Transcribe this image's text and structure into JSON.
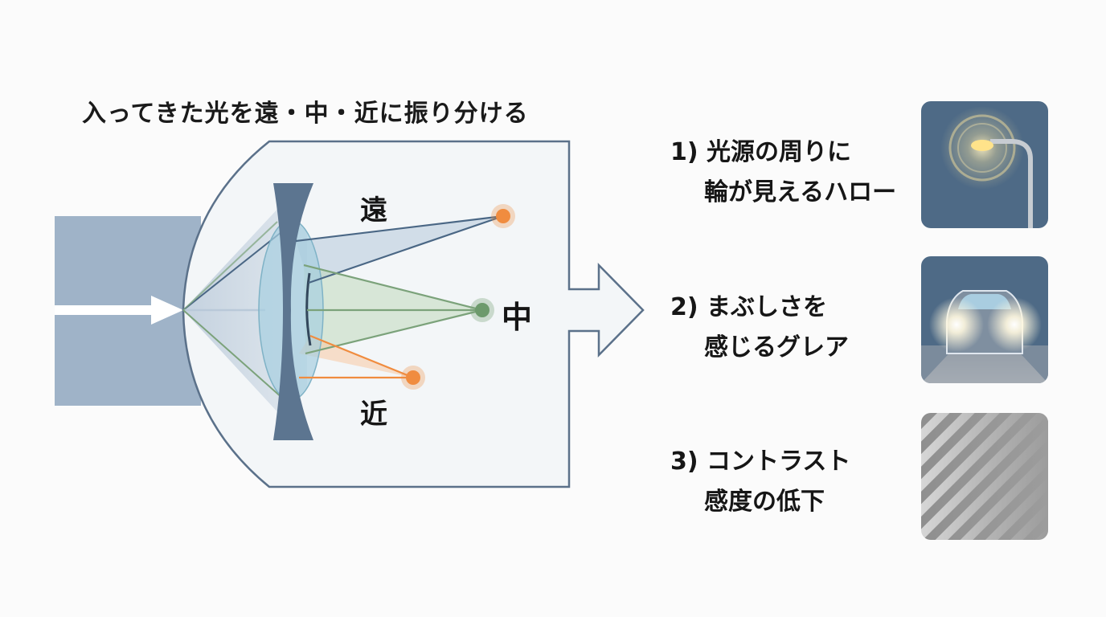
{
  "title": "入ってきた光を遠・中・近に振り分ける",
  "foci": {
    "far": "遠",
    "mid": "中",
    "near": "近"
  },
  "effects": [
    {
      "line1": "1) 光源の周りに",
      "line2": "輪が見えるハロー",
      "icon": "streetlight-halo-icon"
    },
    {
      "line1": "2) まぶしさを",
      "line2": "感じるグレア",
      "icon": "car-headlight-glare-icon"
    },
    {
      "line1": "3) コントラスト",
      "line2": "感度の低下",
      "icon": "faded-stripes-contrast-icon"
    }
  ],
  "colors": {
    "far": "#4a6785",
    "mid": "#7ba27a",
    "near": "#f08c3f",
    "lens": "#5c7590",
    "beam": "#a7b9cc",
    "thumb_bg": "#4e6a86"
  }
}
